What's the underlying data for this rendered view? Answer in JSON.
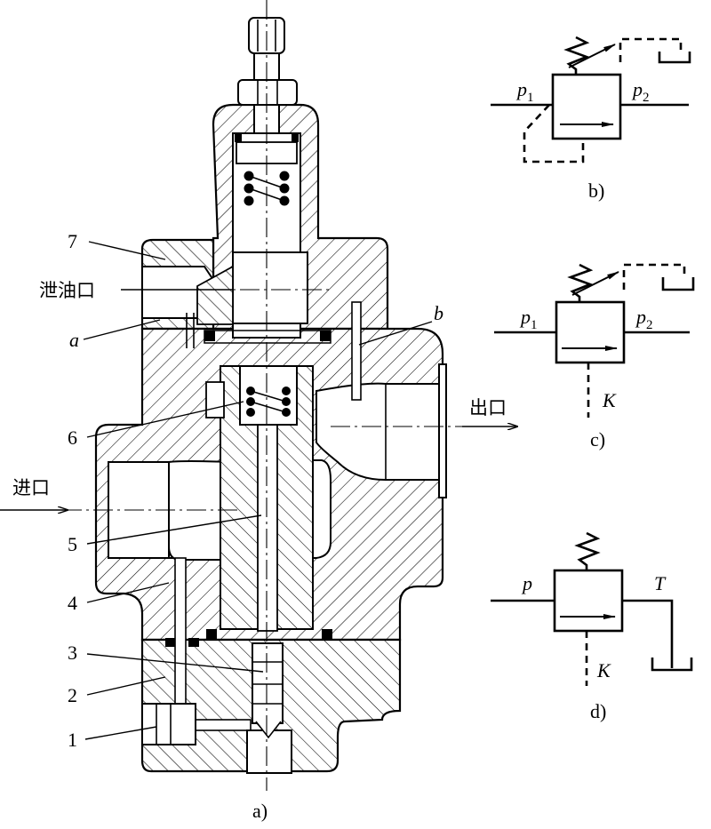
{
  "figure": {
    "part_numbers": [
      "1",
      "2",
      "3",
      "4",
      "5",
      "6",
      "7"
    ],
    "labels": {
      "drain_port": "泄油口",
      "inlet": "进口",
      "outlet": "出口",
      "passage_a": "a",
      "passage_b": "b"
    },
    "captions": {
      "a": "a)",
      "b": "b)",
      "c": "c)",
      "d": "d)"
    },
    "symbols": {
      "b": {
        "p_left": "p",
        "p_left_sub": "1",
        "p_right": "p",
        "p_right_sub": "2"
      },
      "c": {
        "p_left": "p",
        "p_left_sub": "1",
        "p_right": "p",
        "p_right_sub": "2",
        "control": "K"
      },
      "d": {
        "p_left": "p",
        "tank": "T",
        "control": "K"
      }
    }
  }
}
